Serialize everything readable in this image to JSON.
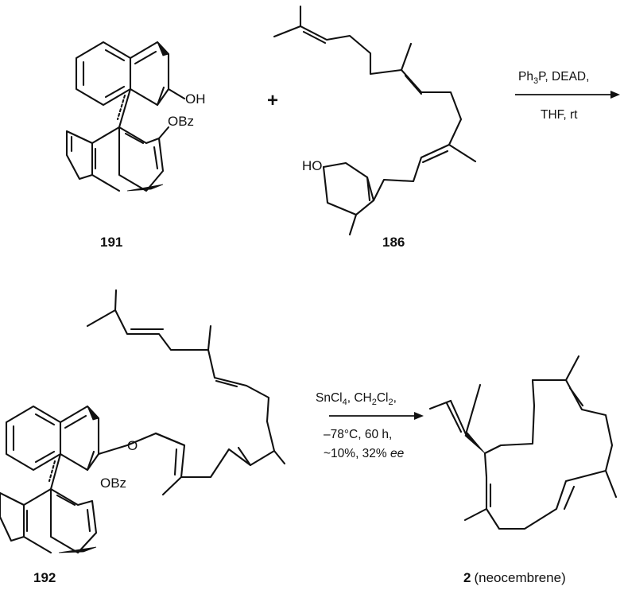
{
  "title": "",
  "compounds": {
    "c191": {
      "label": "191",
      "substituents": [
        "OH",
        "OBz"
      ]
    },
    "c186": {
      "label": "186",
      "substituents": [
        "HO"
      ]
    },
    "c192": {
      "label": "192",
      "substituents": [
        "O",
        "OBz"
      ]
    },
    "c2": {
      "label_num": "2",
      "label_name": "(neocembrene)"
    }
  },
  "plus_sign": "+",
  "reaction1": {
    "line1": {
      "ph": "Ph",
      "ph_sub": "3",
      "rest": "P, DEAD,"
    },
    "line2": "THF, rt"
  },
  "reaction2": {
    "line1": {
      "sn": "SnCl",
      "sn_sub": "4",
      "ch": ", CH",
      "ch_sub1": "2",
      "cl": "Cl",
      "ch_sub2": "2",
      "end": ","
    },
    "line2": "–78°C, 60 h,",
    "line3_prefix": "~10%, 32% ",
    "line3_italic": "ee"
  }
}
